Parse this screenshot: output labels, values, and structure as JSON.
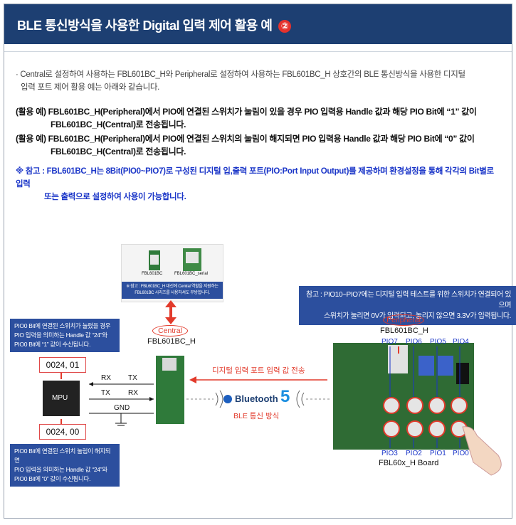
{
  "header": {
    "title": "BLE 통신방식을 사용한 Digital 입력 제어 활용 예",
    "number": "②"
  },
  "intro": {
    "line1": "· Central로 설정하여 사용하는 FBL601BC_H와 Peripheral로 설정하여 사용하는 FBL601BC_H 상호간의 BLE 통신방식을 사용한 디지털",
    "line2": "입력 포트 제어 활용 예는 아래와 같습니다."
  },
  "examples": [
    {
      "line1": "(활용 예) FBL601BC_H(Peripheral)에서 PIO에 연결된 스위치가 눌림이 있을 경우 PIO 입력용 Handle 값과 해당 PIO Bit에 “1” 값이",
      "line2": "FBL601BC_H(Central)로 전송됩니다."
    },
    {
      "line1": "(활용 예) FBL601BC_H(Peripheral)에서 PIO에 연결된 스위치의 눌림이 해지되면 PIO 입력용 Handle 값과 해당 PIO Bit에 “0” 값이",
      "line2": "FBL601BC_H(Central)로 전송됩니다."
    }
  ],
  "note": {
    "line1": "※ 참고 : FBL601BC_H는 8Bit(PIO0~PIO7)로 구성된 디지털 입,출력 포트(PIO:Port Input Output)를 제공하며 환경설정을 통해 각각의 Bit별로 입력",
    "line2": "또는 출력으로 설정하여 사용이 가능합니다."
  },
  "module_card": {
    "label_a": "FBL601BC",
    "label_b": "FBL601BC_serial",
    "caption1": "※ 참고 : FBL601BC_H 대신에 Central 역할을 지원하는",
    "caption2": "FBL601BC 시리즈를 사용하셔도 무방합니다."
  },
  "central": {
    "role": "Central",
    "name": "FBL601BC_H"
  },
  "mpu": {
    "label": "MPU",
    "rx": "RX",
    "tx": "TX",
    "tx2": "TX",
    "rx2": "RX",
    "gnd": "GND"
  },
  "msg_top": {
    "text1": "PIO0 Bit에 연결된 스위치가 눌렸을 경우",
    "text2": "PIO 입력을 의미하는 Handle 값 “24”와",
    "text3": "PIO0 Bit에 “1” 값이 수신됩니다.",
    "value": "0024, 01"
  },
  "msg_bottom": {
    "value": "0024, 00",
    "text1": "PIO0 Bit에 연결된 스위치 눌림이 해지되면",
    "text2": "PIO 입력을 의미하는 Handle 값 “24”와",
    "text3": "PIO0 Bit에 “0” 값이 수신됩니다."
  },
  "transfer_label": "디지털 입력 포트 입력 값 전송",
  "bluetooth": {
    "word": "Bluetooth",
    "version": "5",
    "label": "BLE 통신 방식"
  },
  "ref_box": {
    "line1": "참고 : PIO10~PIO7에는 디지털 입력 테스트를 위한 스위치가 연결되어 있으며",
    "line2": "스위치가 눌리면 0V가 입력되고, 놀리지 않으면 3.3V가 입력됩니다."
  },
  "peripheral": {
    "role": "Peripheral",
    "name": "FBL601BC_H"
  },
  "board": {
    "name": "FBL60x_H Board",
    "top_pins": [
      "PIO7",
      "PIO6",
      "PIO5",
      "PIO4"
    ],
    "bottom_pins": [
      "PIO3",
      "PIO2",
      "PIO1",
      "PIO0"
    ]
  },
  "colors": {
    "header": "#1d3f72",
    "accent_red": "#e23a2b",
    "note_blue": "#1b36c8",
    "board_green": "#2f6b34"
  }
}
